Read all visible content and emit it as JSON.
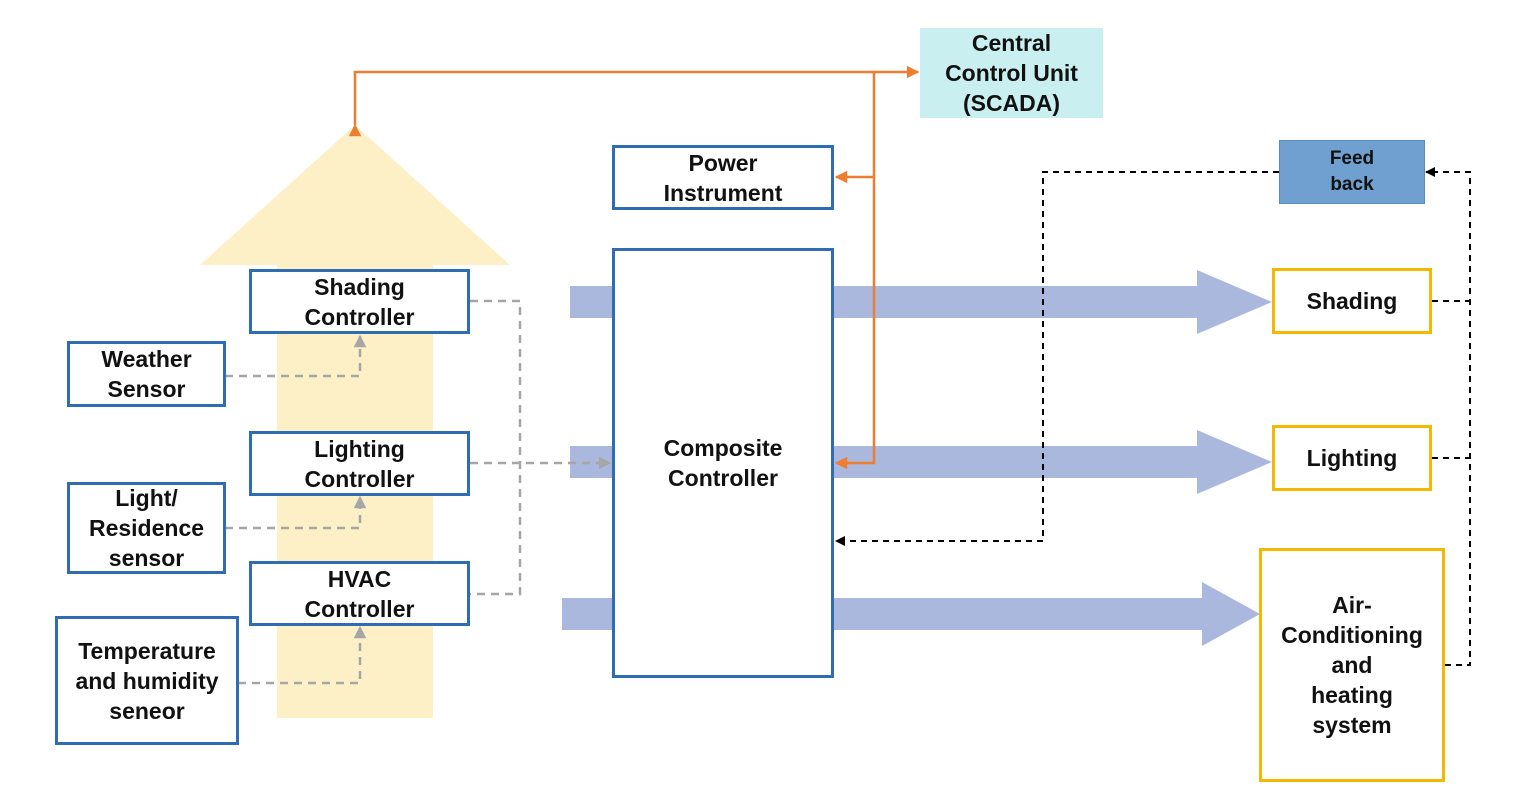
{
  "nodes": {
    "scada": [
      "Central",
      "Control Unit",
      "(SCADA)"
    ],
    "power_instrument": [
      "Power",
      "Instrument"
    ],
    "feedback": [
      "Feed",
      "back"
    ],
    "shading_controller": [
      "Shading",
      "Controller"
    ],
    "lighting_controller": [
      "Lighting",
      "Controller"
    ],
    "hvac_controller": [
      "HVAC",
      "Controller"
    ],
    "weather_sensor": [
      "Weather",
      "Sensor"
    ],
    "light_sensor": [
      "Light/",
      "Residence",
      "sensor"
    ],
    "temp_sensor": [
      "Temperature",
      "and humidity",
      "seneor"
    ],
    "composite_controller": [
      "Composite",
      "Controller"
    ],
    "shading": [
      "Shading"
    ],
    "lighting": [
      "Lighting"
    ],
    "hvac_system": [
      "Air-",
      "Conditioning",
      "and",
      "heating",
      "system"
    ]
  },
  "colors": {
    "controller_border": "#2e6db1",
    "output_border": "#f5b800",
    "scada_fill": "#c9eff0",
    "feedback_fill": "#6fa0cf",
    "orange_link": "#ed7d31",
    "flow_arrow": "#a9b8dc",
    "house_fill": "#fdf0c6",
    "sensor_link": "#a6a6a6",
    "feedback_link": "#000000"
  }
}
